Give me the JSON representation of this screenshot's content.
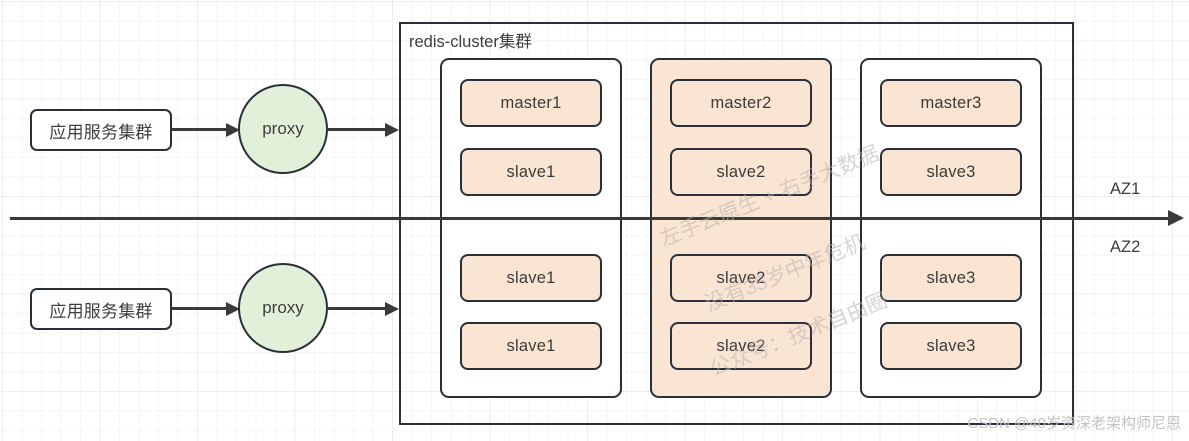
{
  "diagram": {
    "title": "redis-cluster集群",
    "colors": {
      "shard_fill": "#fae5d3",
      "proxy_fill": "#e2f0d9",
      "stroke": "#2a2f3a",
      "line": "#3a3a3a"
    },
    "az_labels": [
      {
        "name": "az1",
        "text": "AZ1"
      },
      {
        "name": "az2",
        "text": "AZ2"
      }
    ],
    "clients": [
      {
        "app_label": "应用服务集群",
        "proxy_label": "proxy"
      },
      {
        "app_label": "应用服务集群",
        "proxy_label": "proxy"
      }
    ],
    "shard_columns": [
      {
        "name": "shard-1",
        "tinted": false,
        "az1_nodes": [
          "master1",
          "slave1"
        ],
        "az2_nodes": [
          "slave1",
          "slave1"
        ]
      },
      {
        "name": "shard-2",
        "tinted": true,
        "az1_nodes": [
          "master2",
          "slave2"
        ],
        "az2_nodes": [
          "slave2",
          "slave2"
        ]
      },
      {
        "name": "shard-3",
        "tinted": false,
        "az1_nodes": [
          "master3",
          "slave3"
        ],
        "az2_nodes": [
          "slave3",
          "slave3"
        ]
      }
    ],
    "watermarks": [
      "左手云原生 + 右手大数据",
      "没有35岁中年危机",
      "公众号：技术自由圈"
    ],
    "credit": "CSDN @40岁资深老架构师尼恩"
  }
}
